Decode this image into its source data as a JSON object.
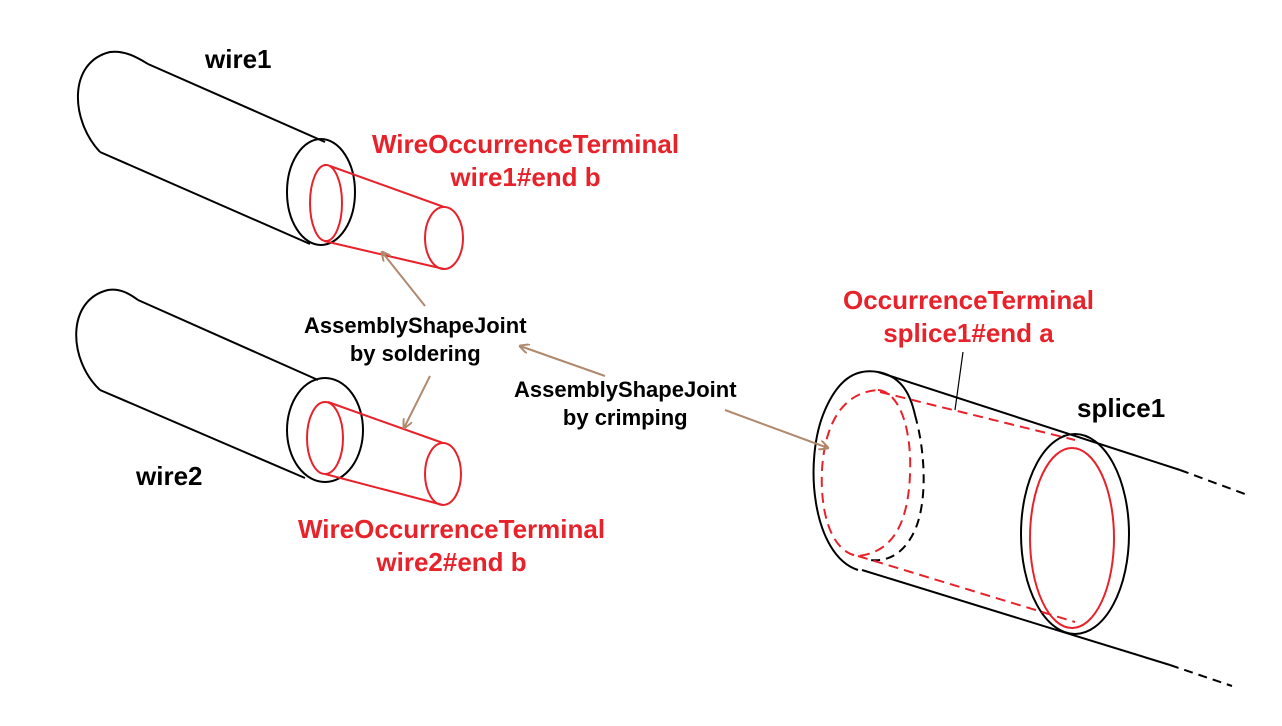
{
  "colors": {
    "outline": "#000000",
    "terminal": "#e8222a",
    "joint_arrow": "#b08a6e"
  },
  "wires": {
    "wire1": {
      "label": "wire1"
    },
    "wire2": {
      "label": "wire2"
    }
  },
  "splice": {
    "label": "splice1"
  },
  "terminals": {
    "wire1_end_b": {
      "type": "WireOccurrenceTerminal",
      "name": "wire1#end b"
    },
    "wire2_end_b": {
      "type": "WireOccurrenceTerminal",
      "name": "wire2#end b"
    },
    "splice1_end_a": {
      "type": "OccurrenceTerminal",
      "name": "splice1#end a"
    }
  },
  "joints": {
    "soldering": {
      "title": "AssemblyShapeJoint",
      "method": "by soldering"
    },
    "crimping": {
      "title": "AssemblyShapeJoint",
      "method": "by crimping"
    }
  }
}
